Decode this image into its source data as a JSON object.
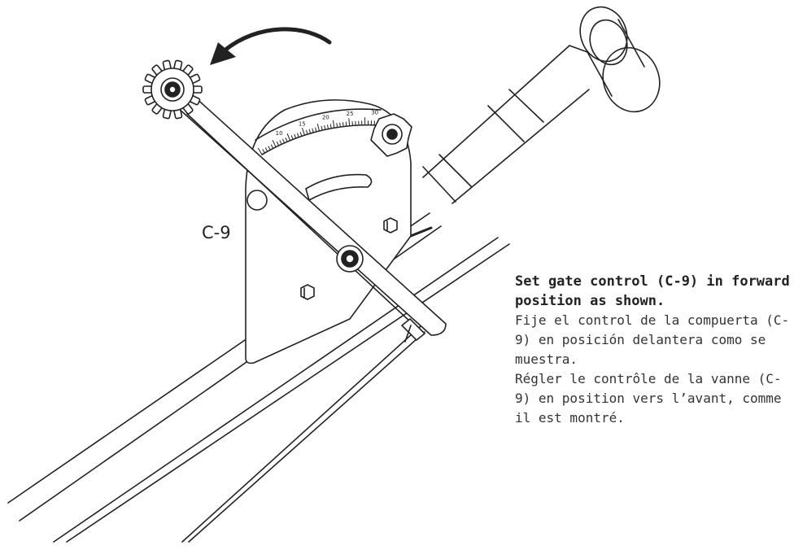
{
  "part_label": "C-9",
  "instructions": {
    "english": "Set gate control (C-9) in forward position as shown.",
    "spanish": "Fije el control de la compuerta (C-9) en posición delantera como se muestra.",
    "french": "Régler le contrôle de la vanne (C-9) en position vers l’avant, comme il est montré."
  },
  "scale": {
    "ticks": [
      "10",
      "15",
      "20",
      "25",
      "30"
    ]
  },
  "icons": {
    "rotation_arrow": "curved-arrow-left-icon",
    "star_knob": "star-knob-icon",
    "gear_wheel": "gear-wheel-icon",
    "hex_nut": "hex-nut-icon"
  },
  "colors": {
    "line": "#222222",
    "background": "#ffffff"
  }
}
